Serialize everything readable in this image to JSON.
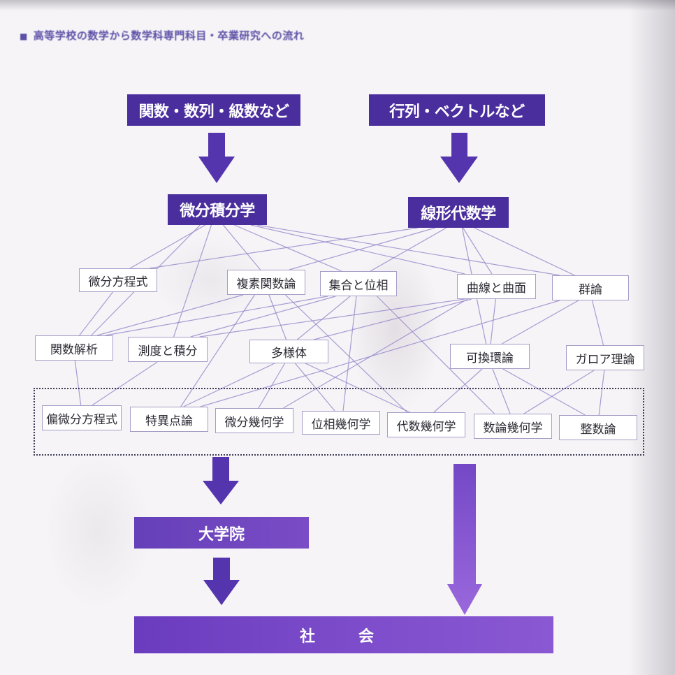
{
  "title": {
    "bullet": "■",
    "text": "高等学校の数学から数学科専門科目・卒業研究への流れ"
  },
  "sources": {
    "left": "関数・数列・級数など",
    "right": "行列・ベクトルなど"
  },
  "foundations": {
    "left": "微分積分学",
    "right": "線形代数学"
  },
  "subjects_row1": [
    "微分方程式",
    "複素関数論",
    "集合と位相",
    "曲線と曲面",
    "群論"
  ],
  "subjects_row2": [
    "関数解析",
    "測度と積分",
    "多様体",
    "可換環論",
    "ガロア理論"
  ],
  "research_row": [
    "偏微分方程式",
    "特異点論",
    "微分幾何学",
    "位相幾何学",
    "代数幾何学",
    "数論幾何学",
    "整数論"
  ],
  "graduate_school": "大学院",
  "society": "社　会",
  "colors": {
    "box-dark": "#4a2e9d",
    "box-border": "#a69dc6",
    "title-color": "#5b4fa6",
    "arrow": "#5535ad",
    "arrow-light": "#8d5ad4",
    "line": "#9b8bcb",
    "grad-bar": "#6540b8",
    "soc-bar": "#7d4dcb"
  },
  "connections": [
    [
      "微分積分学",
      "微分方程式"
    ],
    [
      "微分積分学",
      "複素関数論"
    ],
    [
      "微分積分学",
      "集合と位相"
    ],
    [
      "微分積分学",
      "曲線と曲面"
    ],
    [
      "微分積分学",
      "群論"
    ],
    [
      "微分積分学",
      "関数解析"
    ],
    [
      "微分積分学",
      "測度と積分"
    ],
    [
      "線形代数学",
      "複素関数論"
    ],
    [
      "線形代数学",
      "集合と位相"
    ],
    [
      "線形代数学",
      "曲線と曲面"
    ],
    [
      "線形代数学",
      "群論"
    ],
    [
      "線形代数学",
      "微分方程式"
    ],
    [
      "線形代数学",
      "可換環論"
    ],
    [
      "微分方程式",
      "関数解析"
    ],
    [
      "複素関数論",
      "関数解析"
    ],
    [
      "複素関数論",
      "多様体"
    ],
    [
      "集合と位相",
      "測度と積分"
    ],
    [
      "集合と位相",
      "多様体"
    ],
    [
      "集合と位相",
      "関数解析"
    ],
    [
      "曲線と曲面",
      "多様体"
    ],
    [
      "曲線と曲面",
      "可換環論"
    ],
    [
      "曲線と曲面",
      "測度と積分"
    ],
    [
      "群論",
      "可換環論"
    ],
    [
      "群論",
      "ガロア理論"
    ],
    [
      "関数解析",
      "偏微分方程式"
    ],
    [
      "測度と積分",
      "偏微分方程式"
    ],
    [
      "多様体",
      "特異点論"
    ],
    [
      "多様体",
      "微分幾何学"
    ],
    [
      "多様体",
      "位相幾何学"
    ],
    [
      "多様体",
      "代数幾何学"
    ],
    [
      "可換環論",
      "代数幾何学"
    ],
    [
      "可換環論",
      "数論幾何学"
    ],
    [
      "可換環論",
      "整数論"
    ],
    [
      "ガロア理論",
      "数論幾何学"
    ],
    [
      "ガロア理論",
      "整数論"
    ],
    [
      "複素関数論",
      "特異点論"
    ],
    [
      "複素関数論",
      "代数幾何学"
    ],
    [
      "集合と位相",
      "位相幾何学"
    ],
    [
      "集合と位相",
      "数論幾何学"
    ],
    [
      "曲線と曲面",
      "微分幾何学"
    ],
    [
      "群論",
      "特異点論"
    ]
  ]
}
